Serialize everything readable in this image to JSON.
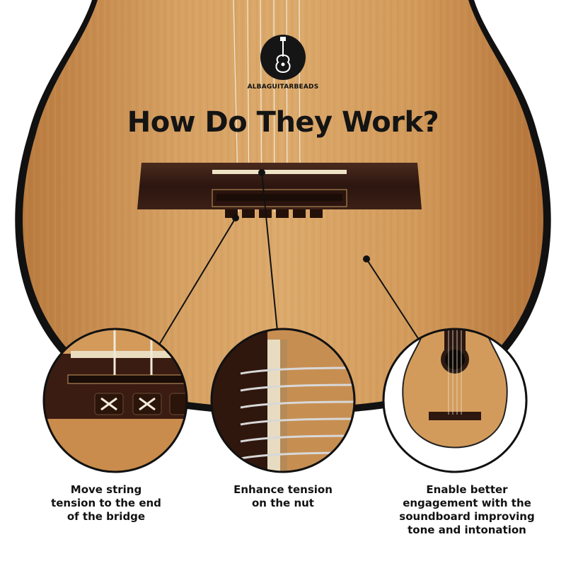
{
  "brand": {
    "name": "ALBAGUITARBEADS",
    "logo_icon": "guitar-icon",
    "logo_bg_color": "#151515"
  },
  "headline": "How Do They Work?",
  "callouts": [
    {
      "icon": "bridge-tie-block-closeup",
      "lines": [
        "Move string",
        "tension to the end",
        "of the bridge"
      ]
    },
    {
      "icon": "saddle-closeup",
      "lines": [
        "Enhance tension",
        "on the nut"
      ]
    },
    {
      "icon": "full-guitar-thumbnail",
      "lines": [
        "Enable better",
        "engagement with the",
        "soundboard improving",
        "tone and intonation"
      ]
    }
  ],
  "colors": {
    "wood": "#d29a5a",
    "rosewood": "#3a1f16",
    "text": "#141414",
    "circle_border": "#111111"
  }
}
